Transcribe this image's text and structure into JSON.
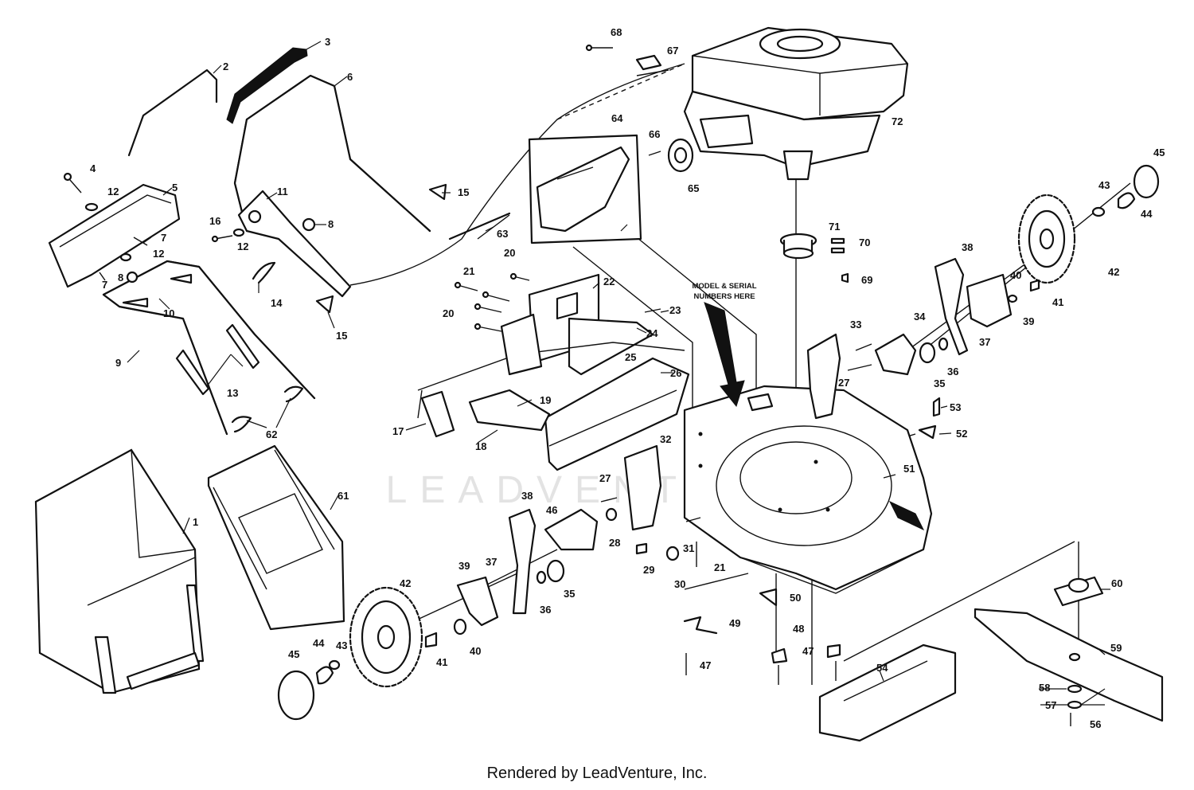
{
  "footer": "Rendered by LeadVenture, Inc.",
  "watermark": "LEADVENTURE",
  "note": {
    "line1": "MODEL & SERIAL",
    "line2": "NUMBERS HERE"
  },
  "callouts": [
    {
      "id": "c1",
      "label": "1"
    },
    {
      "id": "c2",
      "label": "2"
    },
    {
      "id": "c3",
      "label": "3"
    },
    {
      "id": "c4",
      "label": "4"
    },
    {
      "id": "c5",
      "label": "5"
    },
    {
      "id": "c6",
      "label": "6"
    },
    {
      "id": "c7a",
      "label": "7"
    },
    {
      "id": "c7b",
      "label": "7"
    },
    {
      "id": "c8a",
      "label": "8"
    },
    {
      "id": "c8b",
      "label": "8"
    },
    {
      "id": "c9",
      "label": "9"
    },
    {
      "id": "c10",
      "label": "10"
    },
    {
      "id": "c11",
      "label": "11"
    },
    {
      "id": "c12a",
      "label": "12"
    },
    {
      "id": "c12b",
      "label": "12"
    },
    {
      "id": "c12c",
      "label": "12"
    },
    {
      "id": "c13",
      "label": "13"
    },
    {
      "id": "c14",
      "label": "14"
    },
    {
      "id": "c15a",
      "label": "15"
    },
    {
      "id": "c15b",
      "label": "15"
    },
    {
      "id": "c16",
      "label": "16"
    },
    {
      "id": "c17",
      "label": "17"
    },
    {
      "id": "c18",
      "label": "18"
    },
    {
      "id": "c19",
      "label": "19"
    },
    {
      "id": "c20a",
      "label": "20"
    },
    {
      "id": "c20b",
      "label": "20"
    },
    {
      "id": "c21a",
      "label": "21"
    },
    {
      "id": "c21b",
      "label": "21"
    },
    {
      "id": "c22",
      "label": "22"
    },
    {
      "id": "c23",
      "label": "23"
    },
    {
      "id": "c24",
      "label": "24"
    },
    {
      "id": "c25",
      "label": "25"
    },
    {
      "id": "c26",
      "label": "26"
    },
    {
      "id": "c27a",
      "label": "27"
    },
    {
      "id": "c27b",
      "label": "27"
    },
    {
      "id": "c28",
      "label": "28"
    },
    {
      "id": "c29",
      "label": "29"
    },
    {
      "id": "c30",
      "label": "30"
    },
    {
      "id": "c31",
      "label": "31"
    },
    {
      "id": "c32",
      "label": "32"
    },
    {
      "id": "c33",
      "label": "33"
    },
    {
      "id": "c34",
      "label": "34"
    },
    {
      "id": "c35a",
      "label": "35"
    },
    {
      "id": "c35b",
      "label": "35"
    },
    {
      "id": "c36a",
      "label": "36"
    },
    {
      "id": "c36b",
      "label": "36"
    },
    {
      "id": "c37a",
      "label": "37"
    },
    {
      "id": "c37b",
      "label": "37"
    },
    {
      "id": "c38a",
      "label": "38"
    },
    {
      "id": "c38b",
      "label": "38"
    },
    {
      "id": "c39a",
      "label": "39"
    },
    {
      "id": "c39b",
      "label": "39"
    },
    {
      "id": "c40a",
      "label": "40"
    },
    {
      "id": "c40b",
      "label": "40"
    },
    {
      "id": "c41a",
      "label": "41"
    },
    {
      "id": "c41b",
      "label": "41"
    },
    {
      "id": "c42a",
      "label": "42"
    },
    {
      "id": "c42b",
      "label": "42"
    },
    {
      "id": "c43a",
      "label": "43"
    },
    {
      "id": "c43b",
      "label": "43"
    },
    {
      "id": "c44a",
      "label": "44"
    },
    {
      "id": "c44b",
      "label": "44"
    },
    {
      "id": "c45a",
      "label": "45"
    },
    {
      "id": "c45b",
      "label": "45"
    },
    {
      "id": "c46",
      "label": "46"
    },
    {
      "id": "c47a",
      "label": "47"
    },
    {
      "id": "c47b",
      "label": "47"
    },
    {
      "id": "c48",
      "label": "48"
    },
    {
      "id": "c49",
      "label": "49"
    },
    {
      "id": "c50",
      "label": "50"
    },
    {
      "id": "c51",
      "label": "51"
    },
    {
      "id": "c52",
      "label": "52"
    },
    {
      "id": "c53",
      "label": "53"
    },
    {
      "id": "c54",
      "label": "54"
    },
    {
      "id": "c56",
      "label": "56"
    },
    {
      "id": "c57",
      "label": "57"
    },
    {
      "id": "c58",
      "label": "58"
    },
    {
      "id": "c59",
      "label": "59"
    },
    {
      "id": "c60",
      "label": "60"
    },
    {
      "id": "c61",
      "label": "61"
    },
    {
      "id": "c62",
      "label": "62"
    },
    {
      "id": "c63",
      "label": "63"
    },
    {
      "id": "c64",
      "label": "64"
    },
    {
      "id": "c65",
      "label": "65"
    },
    {
      "id": "c66",
      "label": "66"
    },
    {
      "id": "c67",
      "label": "67"
    },
    {
      "id": "c68",
      "label": "68"
    },
    {
      "id": "c69",
      "label": "69"
    },
    {
      "id": "c70",
      "label": "70"
    },
    {
      "id": "c71",
      "label": "71"
    },
    {
      "id": "c72",
      "label": "72"
    }
  ]
}
